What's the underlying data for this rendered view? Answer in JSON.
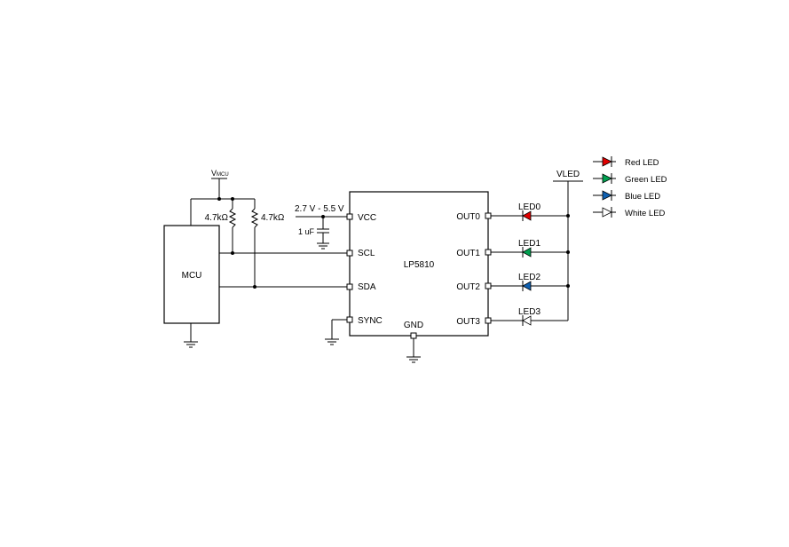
{
  "schematic": {
    "chip": {
      "name": "LP5810"
    },
    "mcu": {
      "name": "MCU"
    },
    "supply_mcu": {
      "main": "V",
      "sub": "MCU"
    },
    "supply_led": "VLED",
    "vcc_range": "2.7 V - 5.5 V",
    "capacitor": "1 uF",
    "resistors": [
      "4.7kΩ",
      "4.7kΩ"
    ],
    "pins_left": [
      "VCC",
      "SCL",
      "SDA",
      "SYNC"
    ],
    "pins_right": [
      "OUT0",
      "OUT1",
      "OUT2",
      "OUT3"
    ],
    "pin_bottom": "GND",
    "leds": [
      "LED0",
      "LED1",
      "LED2",
      "LED3"
    ]
  },
  "legend": {
    "items": [
      {
        "label": "Red LED",
        "color": "#e00000"
      },
      {
        "label": "Green LED",
        "color": "#00a050"
      },
      {
        "label": "Blue LED",
        "color": "#1060b0"
      },
      {
        "label": "White LED",
        "color": "#ffffff"
      }
    ]
  },
  "led_colors": [
    "#e00000",
    "#00a050",
    "#1060b0",
    "#ffffff"
  ]
}
